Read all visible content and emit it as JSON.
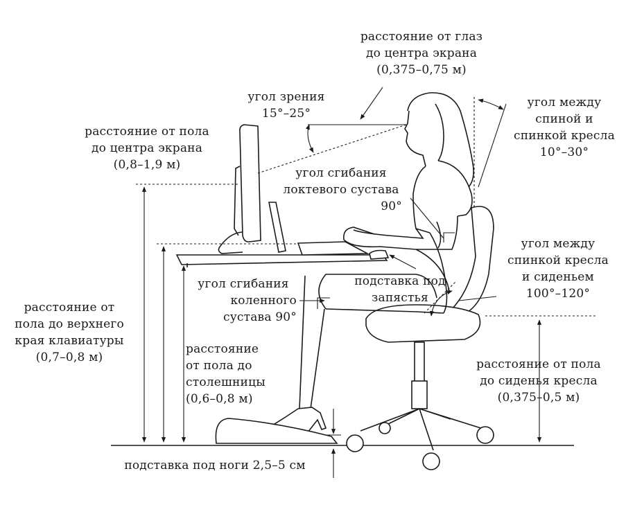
{
  "labels": {
    "eye_distance": [
      "расстояние от глаз",
      "до центра экрана",
      "(0,375–0,75 м)"
    ],
    "view_angle": [
      "угол зрения",
      "15°–25°"
    ],
    "back_angle": [
      "угол между",
      "спиной и",
      "спинкой кресла",
      "10°–30°"
    ],
    "screen_height": [
      "расстояние от пола",
      "до центра экрана",
      "(0,8–1,9 м)"
    ],
    "elbow_angle": [
      "угол сгибания",
      "локтевого сустава",
      "90°"
    ],
    "backrest_seat_angle": [
      "угол между",
      "спинкой кресла",
      "и сиденьем",
      "100°–120°"
    ],
    "knee_angle": [
      "угол сгибания",
      "коленного",
      "сустава 90°"
    ],
    "wrist_rest": [
      "подставка под",
      "запястья"
    ],
    "keyboard_height": [
      "расстояние от",
      "пола до верхнего",
      "края клавиатуры",
      "(0,7–0,8 м)"
    ],
    "desk_height": [
      "расстояние",
      "от пола до",
      "столешницы",
      "(0,6–0,8 м)"
    ],
    "seat_height": [
      "расстояние от пола",
      "до сиденья кресла",
      "(0,375–0,5 м)"
    ],
    "footrest": [
      "подставка под ноги 2,5–5 см"
    ]
  },
  "colors": {
    "ink": "#1a1a1a",
    "background": "#ffffff"
  }
}
